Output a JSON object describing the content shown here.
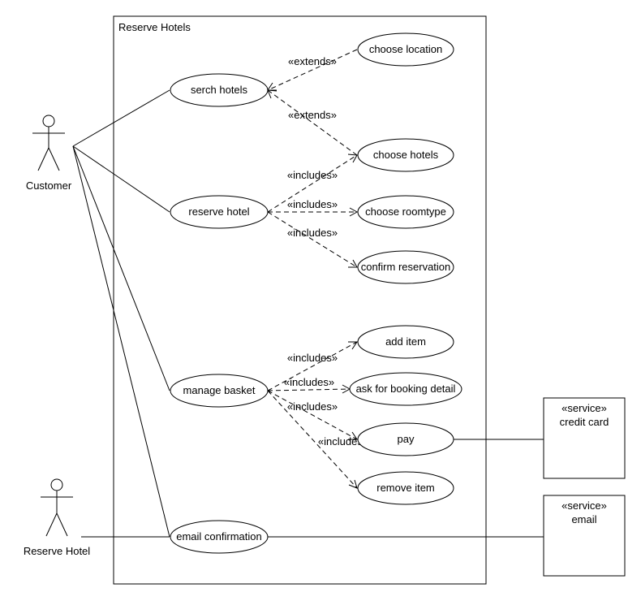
{
  "system": {
    "title": "Reserve Hotels"
  },
  "actors": {
    "customer": "Customer",
    "reserve_hotel": "Reserve Hotel"
  },
  "use_cases": {
    "serch_hotels": "serch hotels",
    "reserve_hotel": "reserve hotel",
    "manage_basket": "manage basket",
    "email_confirmation": "email confirmation",
    "choose_location": "choose location",
    "choose_hotels": "choose hotels",
    "choose_roomtype": "choose roomtype",
    "confirm_reservation": "confirm reservation",
    "add_item": "add item",
    "ask_booking_detail": "ask for booking detail",
    "pay": "pay",
    "remove_item": "remove item"
  },
  "services": {
    "credit_card": {
      "stereotype": "«service»",
      "name": "credit card"
    },
    "email": {
      "stereotype": "«service»",
      "name": "email"
    }
  },
  "relations": {
    "extends_1": "«extends»",
    "extends_2": "«extends»",
    "includes_1": "«includes»",
    "includes_2": "«includes»",
    "includes_3": "«includes»",
    "includes_4": "«includes»",
    "includes_5": "«includes»",
    "includes_6": "«includes»",
    "includes_7": "«includes»"
  }
}
